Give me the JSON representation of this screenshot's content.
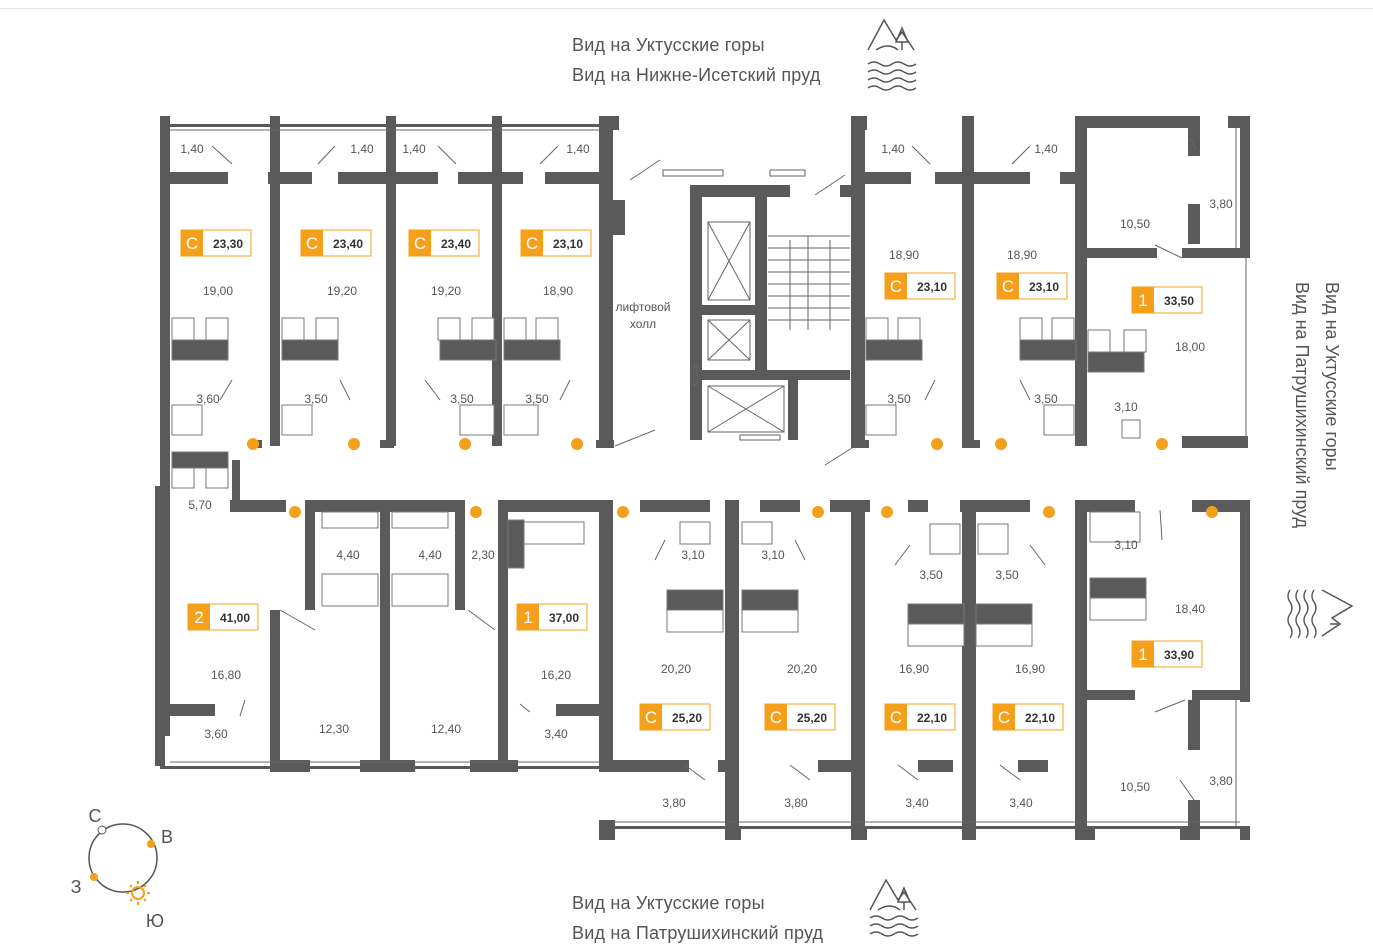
{
  "views": {
    "top_line1": "Вид на Уктусские горы",
    "top_line2": "Вид на Нижне-Исетский пруд",
    "bottom_line1": "Вид на Уктусские горы",
    "bottom_line2": "Вид на Патрушихинский пруд",
    "right_line1": "Вид на Уктусские горы",
    "right_line2": "Вид на Патрушихинский  пруд"
  },
  "hall_label_1": "лифтовой",
  "hall_label_2": "холл",
  "compass": {
    "n": "С",
    "e": "В",
    "w": "З",
    "s": "Ю"
  },
  "colors": {
    "wall": "#5a5a5a",
    "accent": "#f5a01a",
    "text": "#555555"
  },
  "apartments": [
    {
      "type": "C",
      "area": "23,30"
    },
    {
      "type": "C",
      "area": "23,40"
    },
    {
      "type": "C",
      "area": "23,40"
    },
    {
      "type": "C",
      "area": "23,10"
    },
    {
      "type": "C",
      "area": "23,10"
    },
    {
      "type": "C",
      "area": "23,10"
    },
    {
      "type": "1",
      "area": "33,50"
    },
    {
      "type": "2",
      "area": "41,00"
    },
    {
      "type": "1",
      "area": "37,00"
    },
    {
      "type": "C",
      "area": "25,20"
    },
    {
      "type": "C",
      "area": "25,20"
    },
    {
      "type": "C",
      "area": "22,10"
    },
    {
      "type": "C",
      "area": "22,10"
    },
    {
      "type": "1",
      "area": "33,90"
    }
  ],
  "room_areas": [
    "1,40",
    "1,40",
    "1,40",
    "1,40",
    "1,40",
    "1,40",
    "19,00",
    "19,20",
    "19,20",
    "18,90",
    "18,90",
    "18,90",
    "3,60",
    "3,50",
    "3,50",
    "3,50",
    "3,50",
    "3,50",
    "10,50",
    "3,80",
    "18,00",
    "3,10",
    "5,70",
    "4,40",
    "4,40",
    "2,30",
    "16,80",
    "12,30",
    "12,40",
    "16,20",
    "3,60",
    "3,40",
    "3,10",
    "3,10",
    "20,20",
    "20,20",
    "3,80",
    "3,80",
    "3,50",
    "3,50",
    "16,90",
    "16,90",
    "3,40",
    "3,40",
    "3,10",
    "18,40",
    "10,50",
    "3,80"
  ]
}
